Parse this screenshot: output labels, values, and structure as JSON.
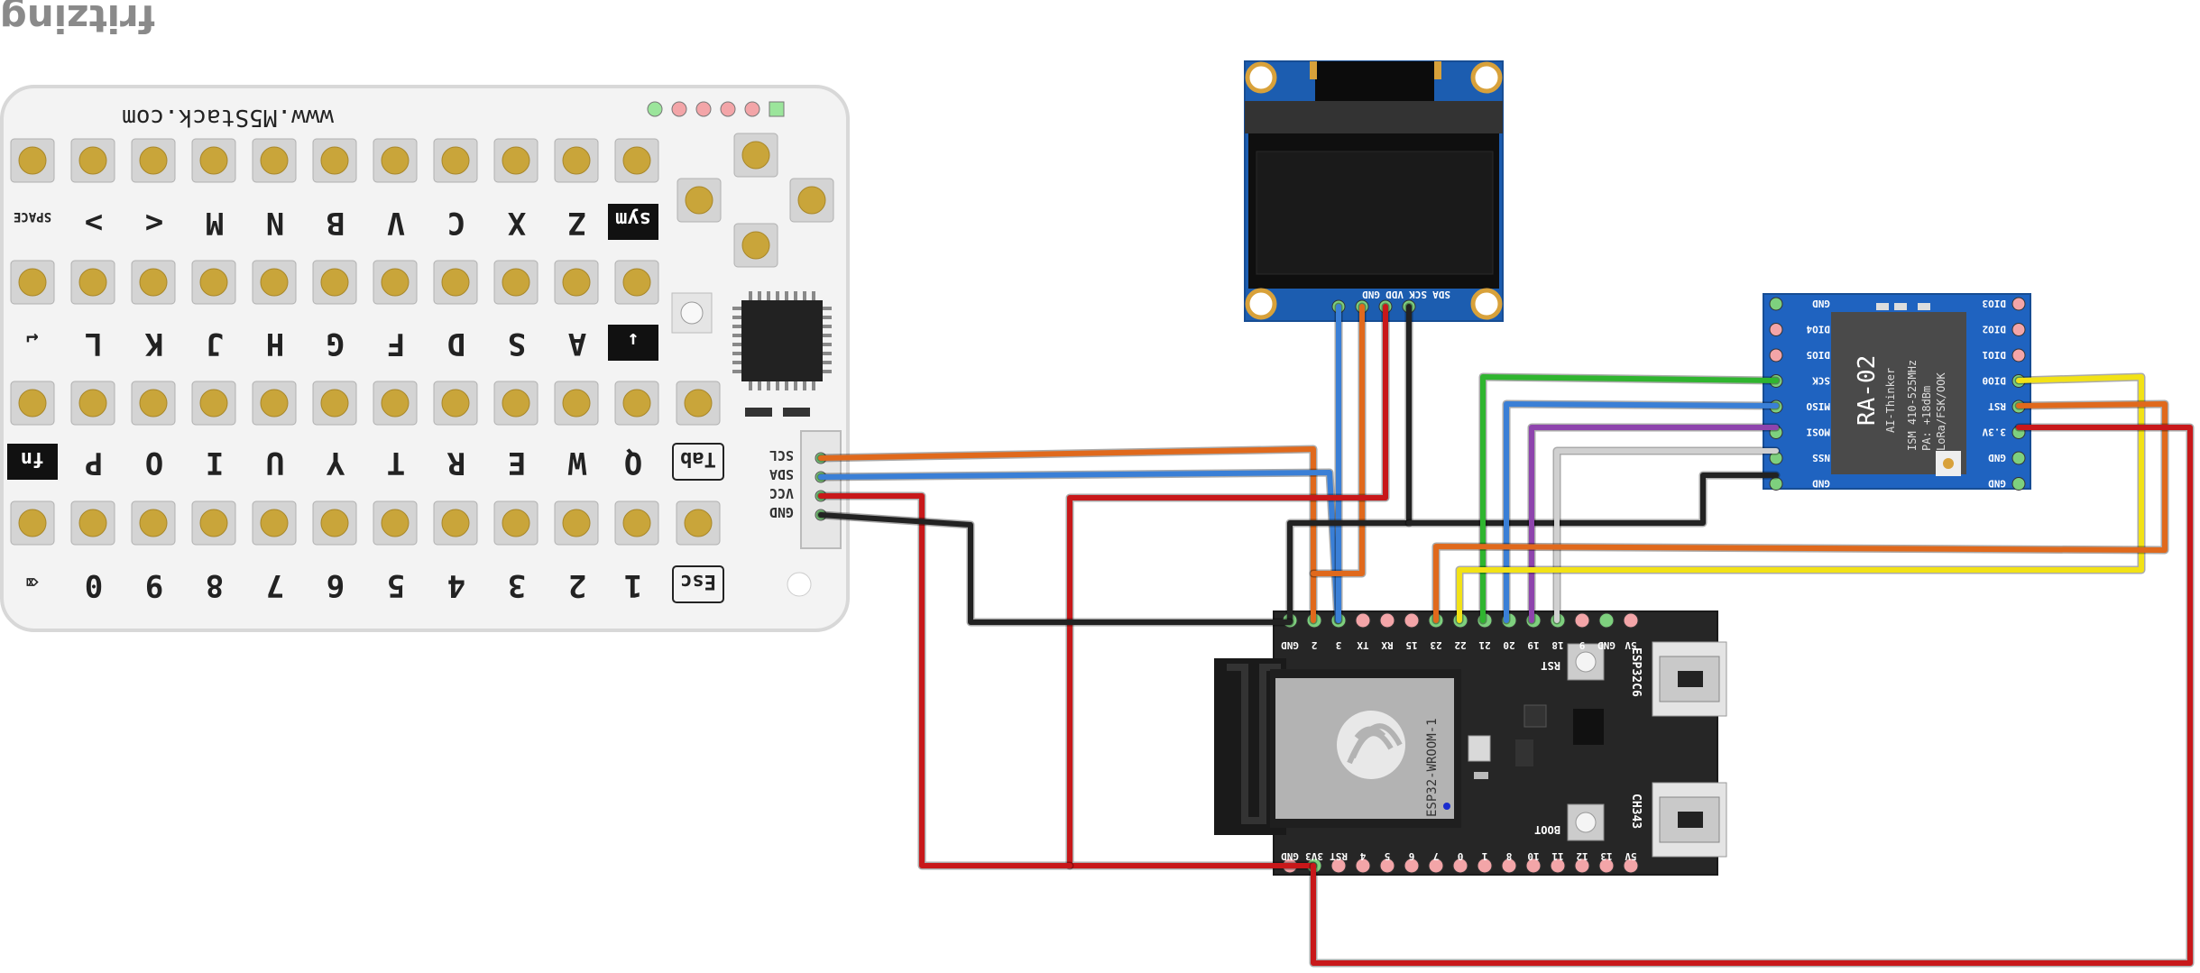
{
  "watermark": "fritzing",
  "colors": {
    "wire_orange": "#e0691c",
    "wire_blue": "#3a7fd6",
    "wire_red": "#c8181a",
    "wire_black": "#222222",
    "wire_green": "#2fb52f",
    "wire_purple": "#8e44ad",
    "wire_white": "#d0d0d0",
    "wire_yellow": "#f2e216",
    "pcb_dark": "#2b2b2b",
    "pcb_blue": "#1d5fb3",
    "keyboard_body": "#f2f2f2",
    "key_cap": "#c8a63a"
  },
  "keyboard": {
    "url": "www.M5Stack.com",
    "connector_labels": [
      "SCL",
      "SDA",
      "VCC",
      "GND"
    ],
    "rows": [
      [
        "sym",
        "Z",
        "X",
        "C",
        "V",
        "B",
        "N",
        "M",
        "<",
        ">",
        "SPACE"
      ],
      [
        "↓",
        "A",
        "S",
        "D",
        "F",
        "G",
        "H",
        "J",
        "K",
        "L",
        "↵"
      ],
      [
        "Tab",
        "Q",
        "W",
        "E",
        "R",
        "T",
        "Y",
        "U",
        "I",
        "O",
        "P",
        "fn"
      ],
      [
        "Esc",
        "1",
        "2",
        "3",
        "4",
        "5",
        "6",
        "7",
        "8",
        "9",
        "0",
        "⌫"
      ]
    ]
  },
  "oled": {
    "pin_labels": [
      "SDA",
      "SCK",
      "VDD",
      "GND"
    ]
  },
  "lora": {
    "title": "RA-02",
    "subtitle": "AI-Thinker",
    "line1": "ISM 410-525MHz",
    "line2": "PA: +18dBm",
    "line3": "LoRa/FSK/OOK",
    "left_pins": [
      "GND",
      "DIO4",
      "DIO5",
      "SCK",
      "MISO",
      "MOSI",
      "NSS",
      "GND"
    ],
    "right_pins": [
      "DIO3",
      "DIO2",
      "DIO1",
      "DIO0",
      "RST",
      "3.3V",
      "GND",
      "GND"
    ]
  },
  "esp32": {
    "module_label": "ESP32-WROOM-1",
    "board_label": "ESP32C6",
    "chip_label": "CH343",
    "rst_label": "RST",
    "boot_label": "BOOT",
    "top_pins": [
      "GND",
      "2",
      "3",
      "TX",
      "RX",
      "15",
      "23",
      "22",
      "21",
      "20",
      "19",
      "18",
      "9",
      "GND",
      "5V"
    ],
    "bottom_pins": [
      "GND",
      "3V3",
      "RST",
      "4",
      "5",
      "6",
      "7",
      "0",
      "1",
      "8",
      "10",
      "11",
      "12",
      "13",
      "5V"
    ]
  }
}
